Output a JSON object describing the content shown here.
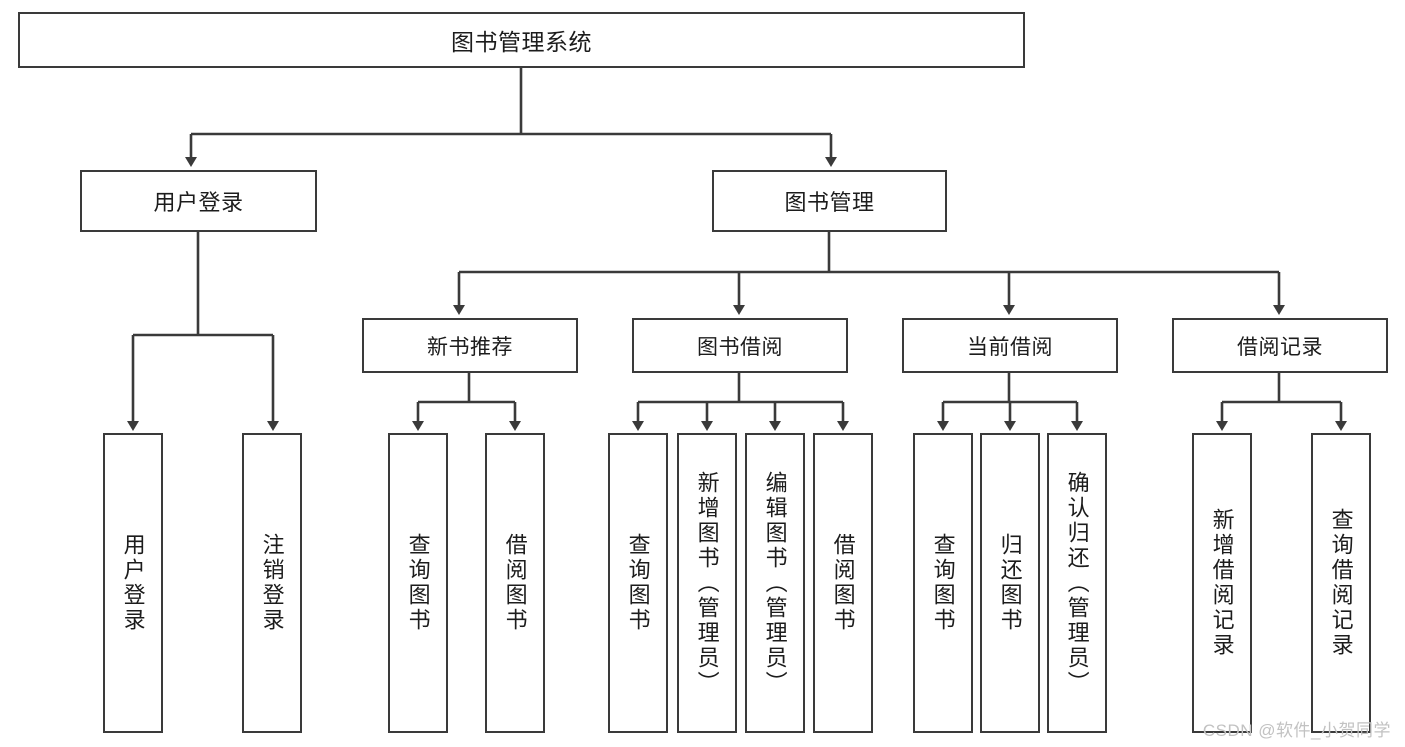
{
  "diagram": {
    "title": "图书管理系统",
    "type": "tree-structure-chart",
    "colors": {
      "stroke": "#3a3a3a",
      "fill": "#ffffff",
      "text": "#1c1c1c",
      "watermark": "#c2c2c2"
    },
    "root": {
      "label": "图书管理系统"
    },
    "level2": [
      {
        "label": "用户登录"
      },
      {
        "label": "图书管理"
      }
    ],
    "level3": [
      {
        "label": "新书推荐"
      },
      {
        "label": "图书借阅"
      },
      {
        "label": "当前借阅"
      },
      {
        "label": "借阅记录"
      }
    ],
    "leaves": {
      "user_login": [
        {
          "label": "用户登录"
        },
        {
          "label": "注销登录"
        }
      ],
      "new_book_recommend": [
        {
          "label": "查询图书"
        },
        {
          "label": "借阅图书"
        }
      ],
      "book_borrow": [
        {
          "label": "查询图书"
        },
        {
          "label": "新增图书（管理员）"
        },
        {
          "label": "编辑图书（管理员）"
        },
        {
          "label": "借阅图书"
        }
      ],
      "current_borrow": [
        {
          "label": "查询图书"
        },
        {
          "label": "归还图书"
        },
        {
          "label": "确认归还（管理员）"
        }
      ],
      "borrow_record": [
        {
          "label": "新增借阅记录"
        },
        {
          "label": "查询借阅记录"
        }
      ]
    },
    "watermark": "CSDN @软件_小贺同学"
  }
}
